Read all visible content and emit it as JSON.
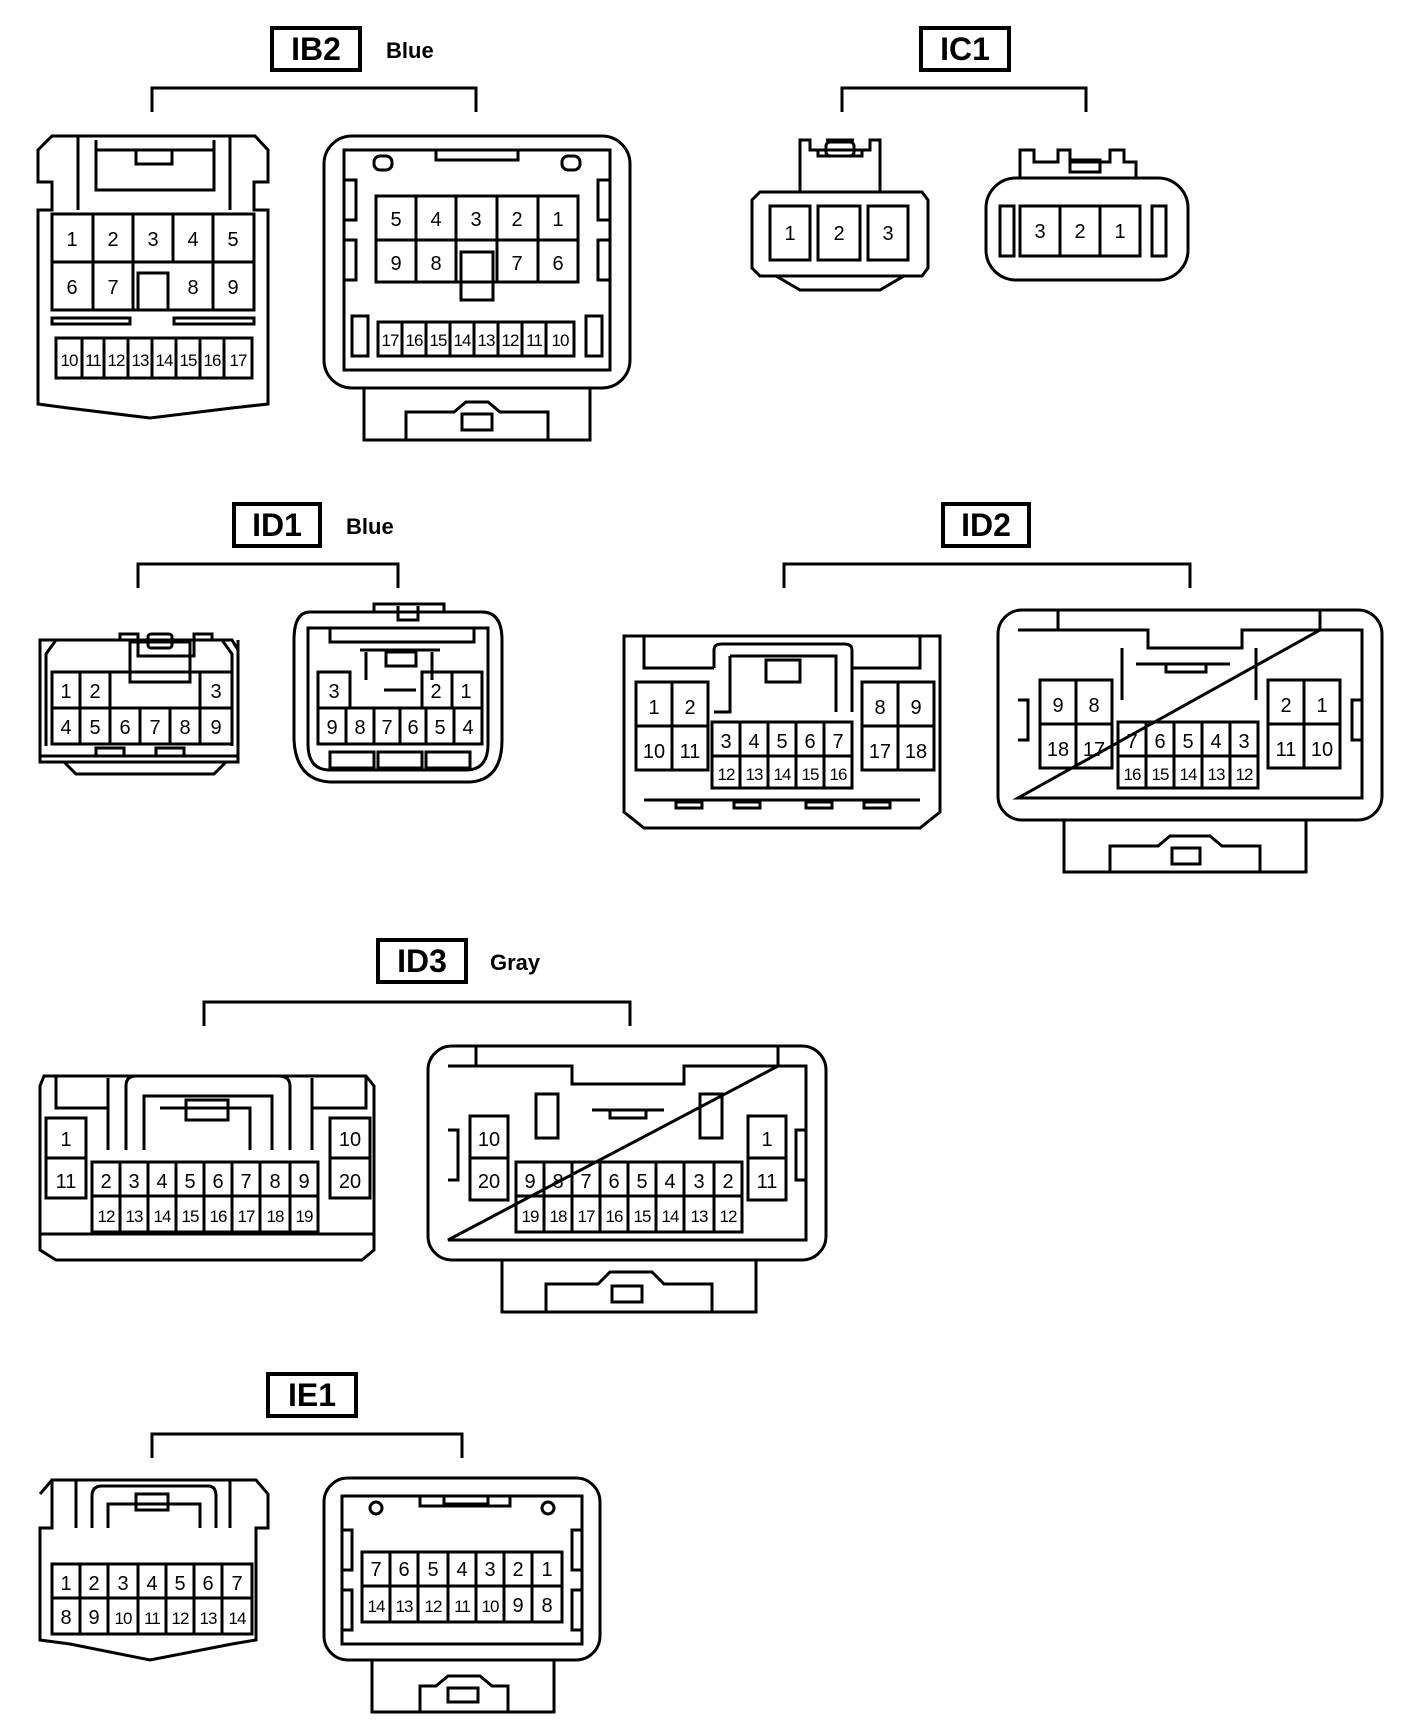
{
  "connectors": [
    {
      "id": "IB2",
      "name": "IB2",
      "color": "Blue",
      "left_rows": [
        [
          "1",
          "2",
          "3",
          "4",
          "5"
        ],
        [
          "6",
          "7",
          "",
          "8",
          "9"
        ],
        [
          "10",
          "11",
          "12",
          "13",
          "14",
          "15",
          "16",
          "17"
        ]
      ],
      "right_rows": [
        [
          "5",
          "4",
          "3",
          "2",
          "1"
        ],
        [
          "9",
          "8",
          "",
          "7",
          "6"
        ],
        [
          "17",
          "16",
          "15",
          "14",
          "13",
          "12",
          "11",
          "10"
        ]
      ]
    },
    {
      "id": "IC1",
      "name": "IC1",
      "color": "",
      "left_rows": [
        [
          "1",
          "2",
          "3"
        ]
      ],
      "right_rows": [
        [
          "3",
          "2",
          "1"
        ]
      ]
    },
    {
      "id": "ID1",
      "name": "ID1",
      "color": "Blue",
      "left_rows": [
        [
          "1",
          "2",
          "3"
        ],
        [
          "4",
          "5",
          "6",
          "7",
          "8",
          "9"
        ]
      ],
      "right_rows": [
        [
          "3",
          "2",
          "1"
        ],
        [
          "9",
          "8",
          "7",
          "6",
          "5",
          "4"
        ]
      ]
    },
    {
      "id": "ID2",
      "name": "ID2",
      "color": "",
      "left_rows": [
        [
          "1",
          "2",
          "8",
          "9"
        ],
        [
          "10",
          "11",
          "17",
          "18"
        ],
        [
          "3",
          "4",
          "5",
          "6",
          "7"
        ],
        [
          "12",
          "13",
          "14",
          "15",
          "16"
        ]
      ],
      "right_rows": [
        [
          "9",
          "8",
          "2",
          "1"
        ],
        [
          "18",
          "17",
          "11",
          "10"
        ],
        [
          "7",
          "6",
          "5",
          "4",
          "3"
        ],
        [
          "16",
          "15",
          "14",
          "13",
          "12"
        ]
      ]
    },
    {
      "id": "ID3",
      "name": "ID3",
      "color": "Gray",
      "left_rows": [
        [
          "1",
          "10"
        ],
        [
          "11",
          "20"
        ],
        [
          "2",
          "3",
          "4",
          "5",
          "6",
          "7",
          "8",
          "9"
        ],
        [
          "12",
          "13",
          "14",
          "15",
          "16",
          "17",
          "18",
          "19"
        ]
      ],
      "right_rows": [
        [
          "10",
          "1"
        ],
        [
          "20",
          "11"
        ],
        [
          "9",
          "8",
          "7",
          "6",
          "5",
          "4",
          "3",
          "2"
        ],
        [
          "19",
          "18",
          "17",
          "16",
          "15",
          "14",
          "13",
          "12"
        ]
      ]
    },
    {
      "id": "IE1",
      "name": "IE1",
      "color": "",
      "left_rows": [
        [
          "1",
          "2",
          "3",
          "4",
          "5",
          "6",
          "7"
        ],
        [
          "8",
          "9",
          "10",
          "11",
          "12",
          "13",
          "14"
        ]
      ],
      "right_rows": [
        [
          "7",
          "6",
          "5",
          "4",
          "3",
          "2",
          "1"
        ],
        [
          "14",
          "13",
          "12",
          "11",
          "10",
          "9",
          "8"
        ]
      ]
    }
  ]
}
